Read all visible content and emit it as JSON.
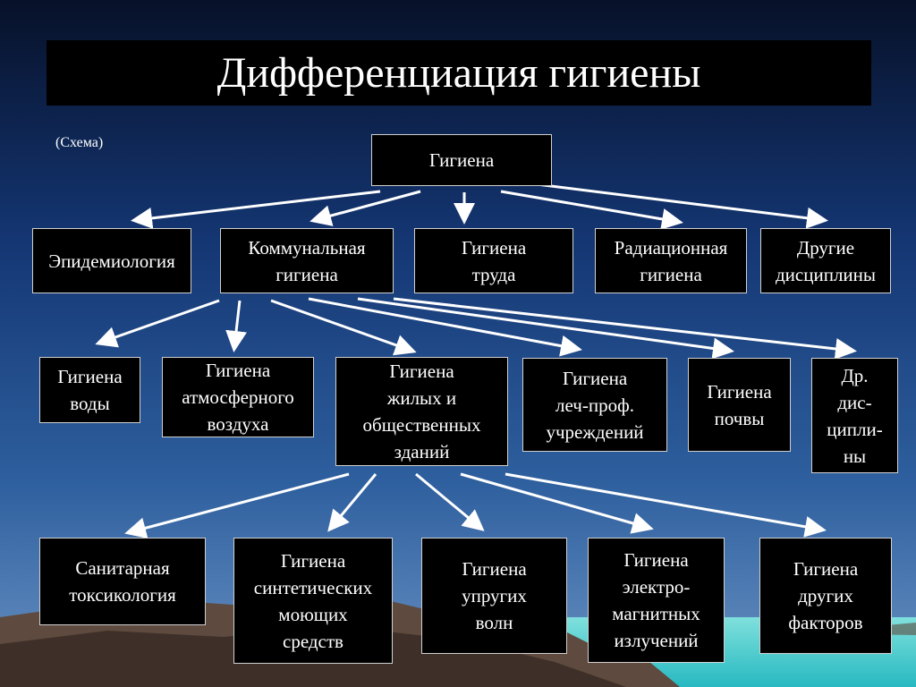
{
  "title": "Дифференциация гигиены",
  "subtitle": "(Схема)",
  "root": "Гигиена",
  "level1": [
    "Эпидемиология",
    "Коммунальная\nгигиена",
    "Гигиена\nтруда",
    "Радиационная\nгигиена",
    "Другие\nдисциплины"
  ],
  "level2": [
    "Гигиена\nводы",
    "Гигиена\nатмосферного\nвоздуха",
    "Гигиена\nжилых и\nобщественных\nзданий",
    "Гигиена\nлеч-проф.\nучреждений",
    "Гигиена\nпочвы",
    "Др.\nдис-\nципли-\nны"
  ],
  "level3": [
    "Санитарная\nтоксикология",
    "Гигиена\nсинтетических\nмоющих\nсредств",
    "Гигиена\nупругих\nволн",
    "Гигиена\nэлектро-\nмагнитных\nизлучений",
    "Гигиена\nдругих\nфакторов"
  ],
  "colors": {
    "sky_top": "#0a1630",
    "sky_mid": "#1d4a8f",
    "sky_low": "#4a7fb9",
    "mountains": "#6d5648",
    "water": "#4fd3cf",
    "box": "#000000",
    "text": "#ffffff"
  }
}
